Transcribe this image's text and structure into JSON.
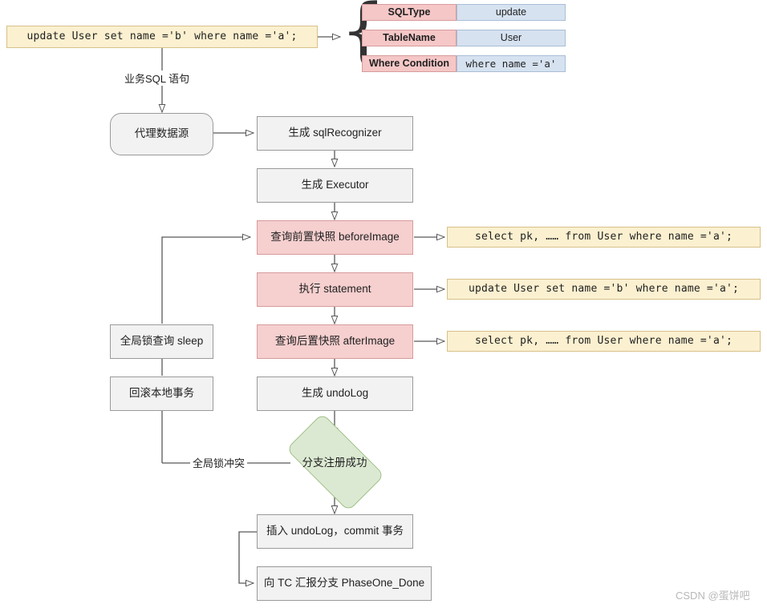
{
  "diagram": {
    "title_sql": "update User set name ='b' where name ='a';",
    "edge_labels": {
      "business_sql": "业务SQL 语句",
      "lock_conflict": "全局锁冲突"
    },
    "parse_table": {
      "rows": [
        {
          "key": "SQLType",
          "value": "update"
        },
        {
          "key": "TableName",
          "value": "User"
        },
        {
          "key": "Where Condition",
          "value": "where name ='a'"
        }
      ]
    },
    "main_flow": [
      {
        "id": "datasource",
        "label": "代理数据源"
      },
      {
        "id": "sql-recognizer",
        "label": "生成 sqlRecognizer"
      },
      {
        "id": "executor",
        "label": "生成 Executor"
      },
      {
        "id": "before-image",
        "label": "查询前置快照 beforeImage"
      },
      {
        "id": "statement",
        "label": "执行 statement"
      },
      {
        "id": "after-image",
        "label": "查询后置快照 afterImage"
      },
      {
        "id": "undolog",
        "label": "生成 undoLog"
      },
      {
        "id": "branch-register",
        "label": "分支注册成功"
      },
      {
        "id": "insert-undolog",
        "label": "插入 undoLog，commit 事务"
      },
      {
        "id": "report-tc",
        "label": "向 TC 汇报分支 PhaseOne_Done"
      }
    ],
    "retry_flow": [
      {
        "id": "global-lock-sleep",
        "label": "全局锁查询 sleep"
      },
      {
        "id": "rollback-local",
        "label": "回滚本地事务"
      }
    ],
    "sql_side_notes": [
      {
        "id": "select-before",
        "label": "select pk, …… from User where name ='a';"
      },
      {
        "id": "update-stmt",
        "label": "update User set name ='b' where name ='a';"
      },
      {
        "id": "select-after",
        "label": "select pk, …… from User where name ='a';"
      }
    ],
    "watermark": "CSDN @蛋饼吧",
    "colors": {
      "yellow_fill": "#fbf0d0",
      "yellow_stroke": "#d7c18a",
      "grey_fill": "#f2f2f2",
      "grey_stroke": "#9a9a9a",
      "pink_fill": "#f6cfcf",
      "pink_stroke": "#d79b9b",
      "key_fill": "#f5c7c7",
      "value_fill": "#d6e2f0",
      "value_stroke": "#a9bdd6",
      "green_fill": "#dce9d2",
      "green_stroke": "#9fc08a",
      "edge_stroke": "#595959"
    }
  }
}
